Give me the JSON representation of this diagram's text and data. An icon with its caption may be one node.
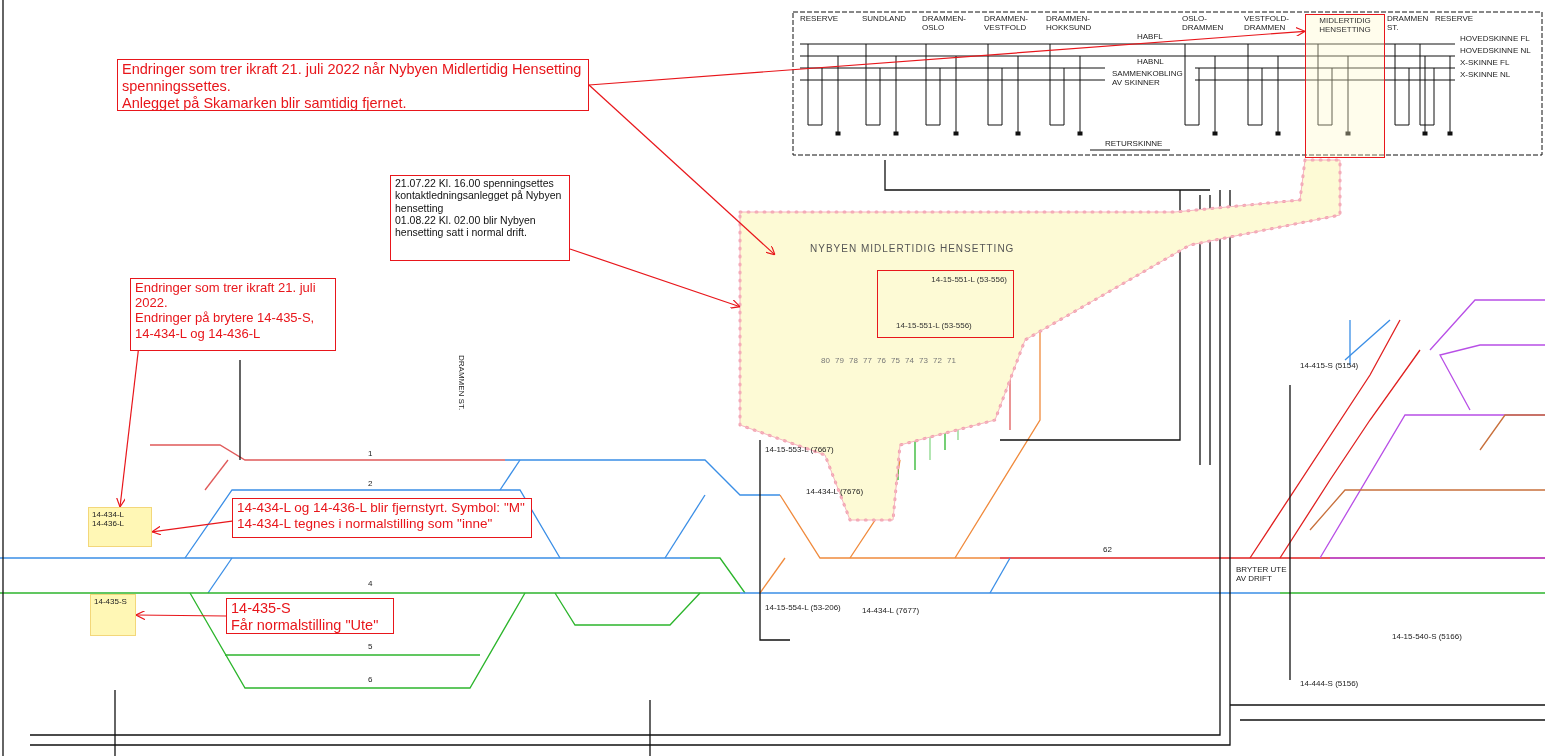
{
  "diagram": {
    "nodes": [
      {
        "text": [
          "Endringer som trer ikraft 21. juli 2022 når Nybyen Midlertidig Hensetting spenningssettes.",
          "Anlegget på Skamarken blir samtidig fjernet."
        ]
      },
      {
        "text": [
          "MIDLERTIDIG HENSETTING"
        ]
      },
      {
        "text": [
          "21.07.22 Kl. 16.00 spenningsettes kontaktledningsanlegget på Nybyen hensetting",
          "01.08.22 Kl. 02.00 blir Nybyen hensetting satt i normal drift."
        ]
      },
      {
        "text": [
          "NYBYEN MIDLERTIDIG HENSETTING"
        ]
      },
      {
        "text": [
          "14-15-551-L (53-556)",
          "14-15-551-L (53-556)"
        ],
        "in": 3
      },
      {
        "text": [
          "Endringer som trer ikraft 21. juli 2022.",
          "Endringer på brytere 14-435-S, 14-434-L og 14-436-L"
        ]
      },
      {
        "text": [
          "14-434-L",
          "14-436-L"
        ]
      },
      {
        "text": [
          "14-434-L og 14-436-L blir fjernstyrt. Symbol: \"M\"",
          "14-434-L tegnes i normalstilling som \"inne\""
        ]
      },
      {
        "text": [
          "14-435-S"
        ]
      },
      {
        "text": [
          "14-435-S",
          "Får normalstilling \"Ute\""
        ]
      }
    ],
    "edges": [
      {
        "from": 0,
        "to": 1,
        "arrow": "to"
      },
      {
        "from": 0,
        "to": 3,
        "arrow": "to"
      },
      {
        "from": 2,
        "to": 3,
        "arrow": "to"
      },
      {
        "from": 5,
        "to": 6,
        "arrow": "to"
      },
      {
        "from": 7,
        "to": 6,
        "arrow": "to"
      },
      {
        "from": 9,
        "to": 8,
        "arrow": "to"
      }
    ],
    "labels": [
      "RESERVE",
      "SUNDLAND",
      "DRAMMEN-OSLO",
      "DRAMMEN-VESTFOLD",
      "DRAMMEN-HOKKSUND",
      "HABFL",
      "HABNL",
      "SAMMENKOBLING AV SKINNER",
      "OSLO-DRAMMEN",
      "VESTFOLD-DRAMMEN",
      "DRAMMEN ST.",
      "RESERVE",
      "HOVEDSKINNE FL",
      "HOVEDSKINNE NL",
      "X-SKINNE FL",
      "X-SKINNE NL",
      "RETURSKINNE",
      "1",
      "2",
      "4",
      "5",
      "6",
      "62",
      "BRYTER UTE AV DRIFT",
      "DRAMMEN ST.",
      "14-15-553-L (7667)",
      "14-15-554-L (53-206)",
      "14-434-L (7676)",
      "14-434-L (7677)",
      "80",
      "79",
      "78",
      "77",
      "76",
      "75",
      "74",
      "73",
      "72",
      "71",
      "14-415-S (5154)",
      "14-444-S (5156)",
      "14-15-540-S (5166)"
    ]
  }
}
